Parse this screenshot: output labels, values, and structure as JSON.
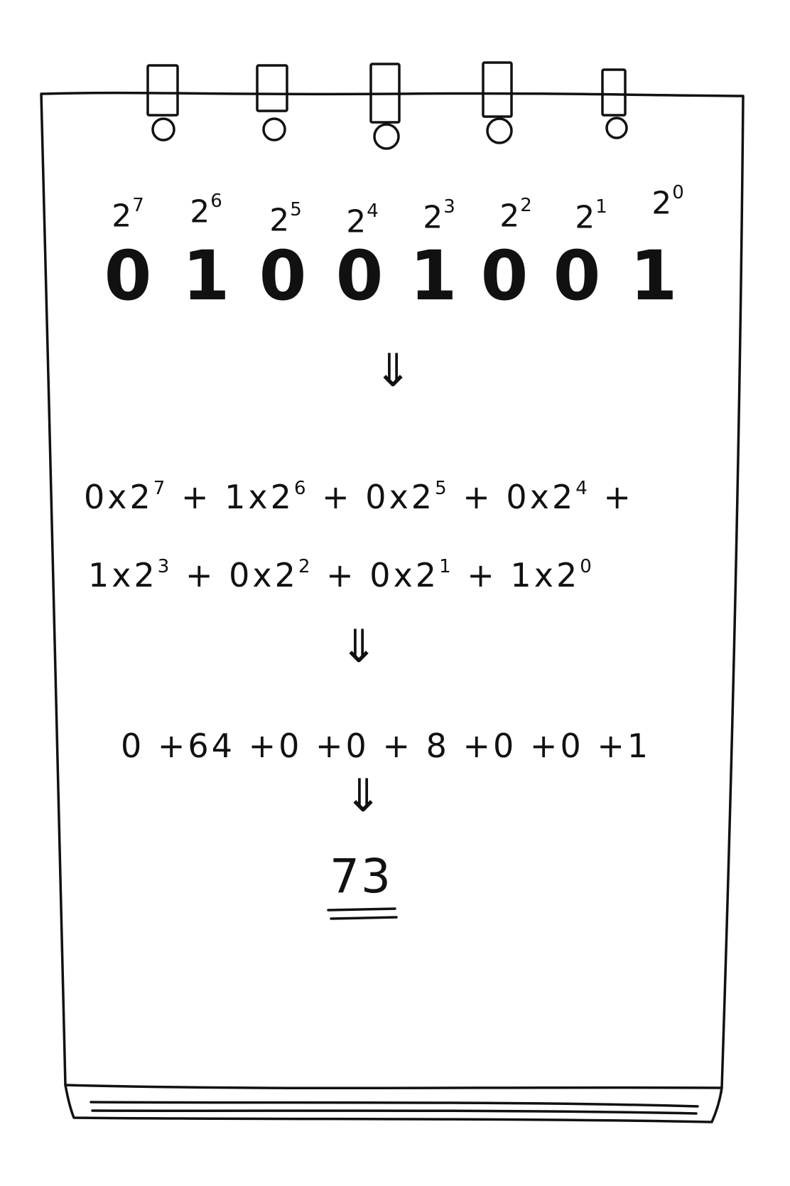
{
  "powers": [
    {
      "base": "2",
      "exp": "7"
    },
    {
      "base": "2",
      "exp": "6"
    },
    {
      "base": "2",
      "exp": "5"
    },
    {
      "base": "2",
      "exp": "4"
    },
    {
      "base": "2",
      "exp": "3"
    },
    {
      "base": "2",
      "exp": "2"
    },
    {
      "base": "2",
      "exp": "1"
    },
    {
      "base": "2",
      "exp": "0"
    }
  ],
  "bits": [
    "0",
    "1",
    "0",
    "0",
    "1",
    "0",
    "0",
    "1"
  ],
  "arrow_symbol": "⇓",
  "expansion": {
    "line1": [
      {
        "digit": "0",
        "times": "x",
        "base": "2",
        "exp": "7",
        "op": "+"
      },
      {
        "digit": "1",
        "times": "x",
        "base": "2",
        "exp": "6",
        "op": "+"
      },
      {
        "digit": "0",
        "times": "x",
        "base": "2",
        "exp": "5",
        "op": "+"
      },
      {
        "digit": "0",
        "times": "x",
        "base": "2",
        "exp": "4",
        "op": "+"
      }
    ],
    "line2": [
      {
        "digit": "1",
        "times": "x",
        "base": "2",
        "exp": "3",
        "op": "+"
      },
      {
        "digit": "0",
        "times": "x",
        "base": "2",
        "exp": "2",
        "op": "+"
      },
      {
        "digit": "0",
        "times": "x",
        "base": "2",
        "exp": "1",
        "op": "+"
      },
      {
        "digit": "1",
        "times": "x",
        "base": "2",
        "exp": "0",
        "op": ""
      }
    ]
  },
  "sum_line": "0 +64 +0 +0 + 8 +0 +0 +1",
  "result": "73"
}
